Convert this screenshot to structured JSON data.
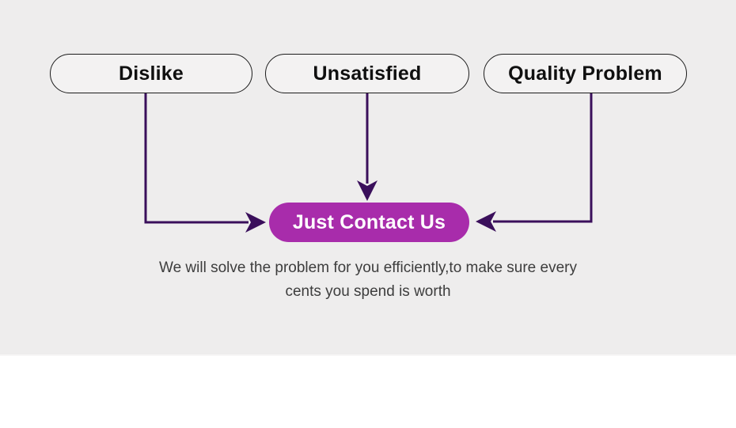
{
  "diagram": {
    "nodes": [
      {
        "id": "dislike",
        "label": "Dislike"
      },
      {
        "id": "unsatisfied",
        "label": "Unsatisfied"
      },
      {
        "id": "quality-problem",
        "label": "Quality Problem"
      }
    ],
    "connectors": [
      {
        "from": "Dislike",
        "to": "Just Contact Us",
        "icon": "arrow-right-icon"
      },
      {
        "from": "Unsatisfied",
        "to": "Just Contact Us",
        "icon": "arrow-down-icon"
      },
      {
        "from": "Quality Problem",
        "to": "Just Contact Us",
        "icon": "arrow-left-icon"
      }
    ],
    "cta": {
      "label": "Just Contact Us"
    },
    "description": {
      "line1": "We will solve the problem for you efficiently,to make sure every",
      "line2": "cents you spend is worth"
    }
  },
  "colors": {
    "accent": "#a82cab",
    "arrow": "#3a0f5b",
    "page_bg": "#eeeded",
    "pill_fill": "#f3f2f2",
    "pill_border": "#1c1c1c",
    "node_text": "#101010",
    "cta_text": "#ffffff",
    "description_text": "#3d3d3d",
    "footer_bg": "#ffffff"
  }
}
